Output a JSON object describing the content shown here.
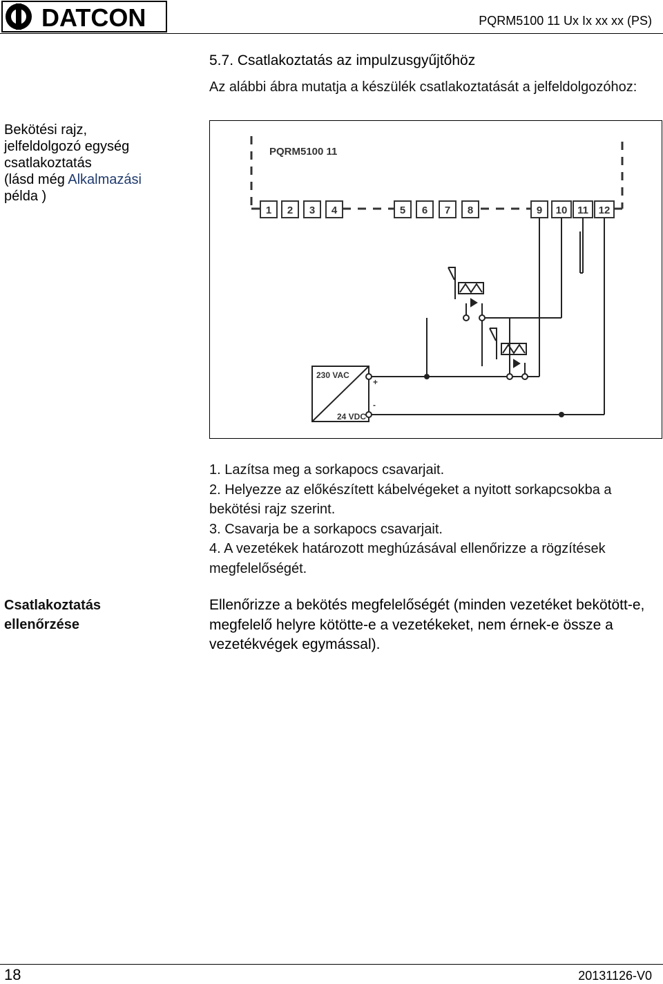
{
  "header": {
    "logo_text": "DATCON",
    "doc_code": "PQRM5100 11 Ux Ix xx xx (PS)"
  },
  "section": {
    "title": "5.7. Csatlakoztatás az impulzusgyűjtőhöz",
    "intro": "Az alábbi ábra mutatja a készülék csatlakoztatását a jelfeldolgozóhoz:"
  },
  "sidebar": {
    "wiring_note_lines": [
      "Bekötési rajz,",
      "jelfeldolgozó egység",
      "csatlakoztatás",
      "(lásd még",
      "Alkalmazási",
      "példa )"
    ],
    "check_heading_lines": [
      "Csatlakoztatás",
      "ellenőrzése"
    ]
  },
  "diagram": {
    "device_label": "PQRM5100 11",
    "terminals": [
      "1",
      "2",
      "3",
      "4",
      "5",
      "6",
      "7",
      "8",
      "9",
      "10",
      "11",
      "12"
    ],
    "psu_input": "230 VAC",
    "psu_output": "24 VDC",
    "plus": "+",
    "minus": "-"
  },
  "steps": [
    "1. Lazítsa meg a sorkapocs csavarjait.",
    "2. Helyezze az előkészített kábelvégeket a nyitott sorkapcsokba a bekötési rajz szerint.",
    "3. Csavarja be a sorkapocs csavarjait.",
    "4. A vezetékek határozott meghúzásával ellenőrizze a rögzítések megfelelőségét."
  ],
  "verify_text": "Ellenőrizze a bekötés megfelelőségét (minden vezetéket bekötött-e, megfelelő helyre kötötte-e a vezetékeket, nem érnek-e össze a vezetékvégek egymással).",
  "footer": {
    "page_number": "18",
    "version": "20131126-V0"
  }
}
